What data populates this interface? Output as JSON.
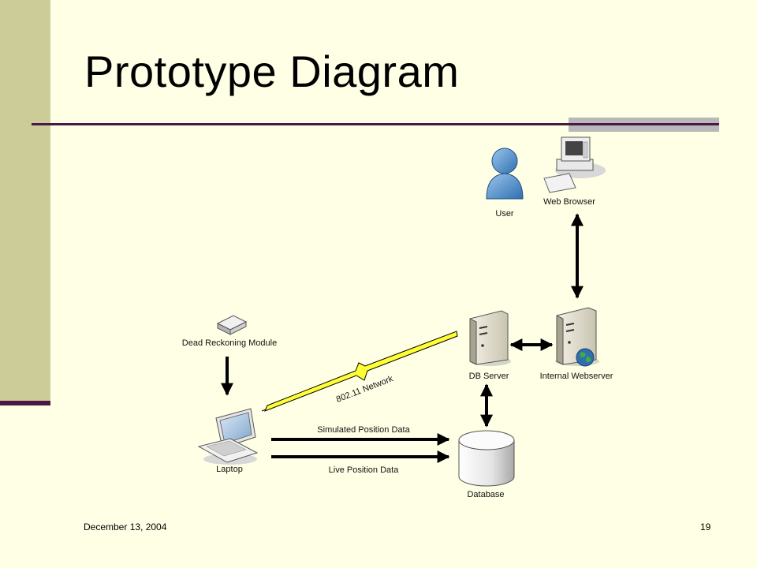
{
  "slide": {
    "title": "Prototype Diagram",
    "date": "December 13, 2004",
    "page_number": "19"
  },
  "diagram": {
    "nodes": {
      "user": "User",
      "web_browser": "Web Browser",
      "dead_reckoning": "Dead Reckoning Module",
      "db_server": "DB Server",
      "internal_webserver": "Internal Webserver",
      "laptop": "Laptop",
      "database": "Database"
    },
    "edges": {
      "network": "802.11 Network",
      "simulated": "Simulated Position Data",
      "live": "Live Position Data"
    }
  },
  "colors": {
    "background": "#ffffe5",
    "left_band": "#cccc99",
    "rule": "#4a1846",
    "accent": "#b8b8b8",
    "network_bolt": "#ffff33"
  }
}
